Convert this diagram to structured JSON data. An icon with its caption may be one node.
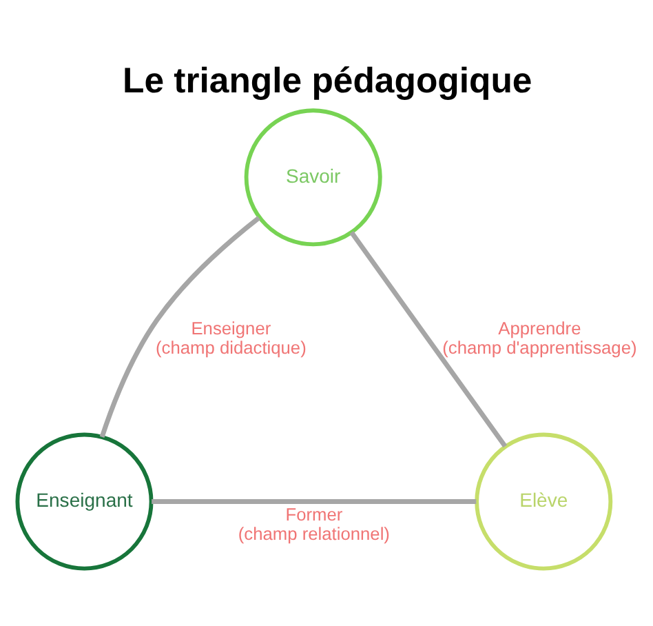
{
  "diagram": {
    "title": "Le triangle pédagogique",
    "nodes": [
      {
        "text": [
          "Savoir"
        ]
      },
      {
        "text": [
          "Enseignant"
        ]
      },
      {
        "text": [
          "Elève"
        ]
      }
    ],
    "edges": [
      {
        "from": 1,
        "to": 0,
        "arrow": "none",
        "label": "Enseigner (champ didactique)"
      },
      {
        "from": 2,
        "to": 0,
        "arrow": "none",
        "label": "Apprendre (champ d'apprentissage)"
      },
      {
        "from": 1,
        "to": 2,
        "arrow": "none",
        "label": "Former (champ relationnel)"
      }
    ]
  }
}
